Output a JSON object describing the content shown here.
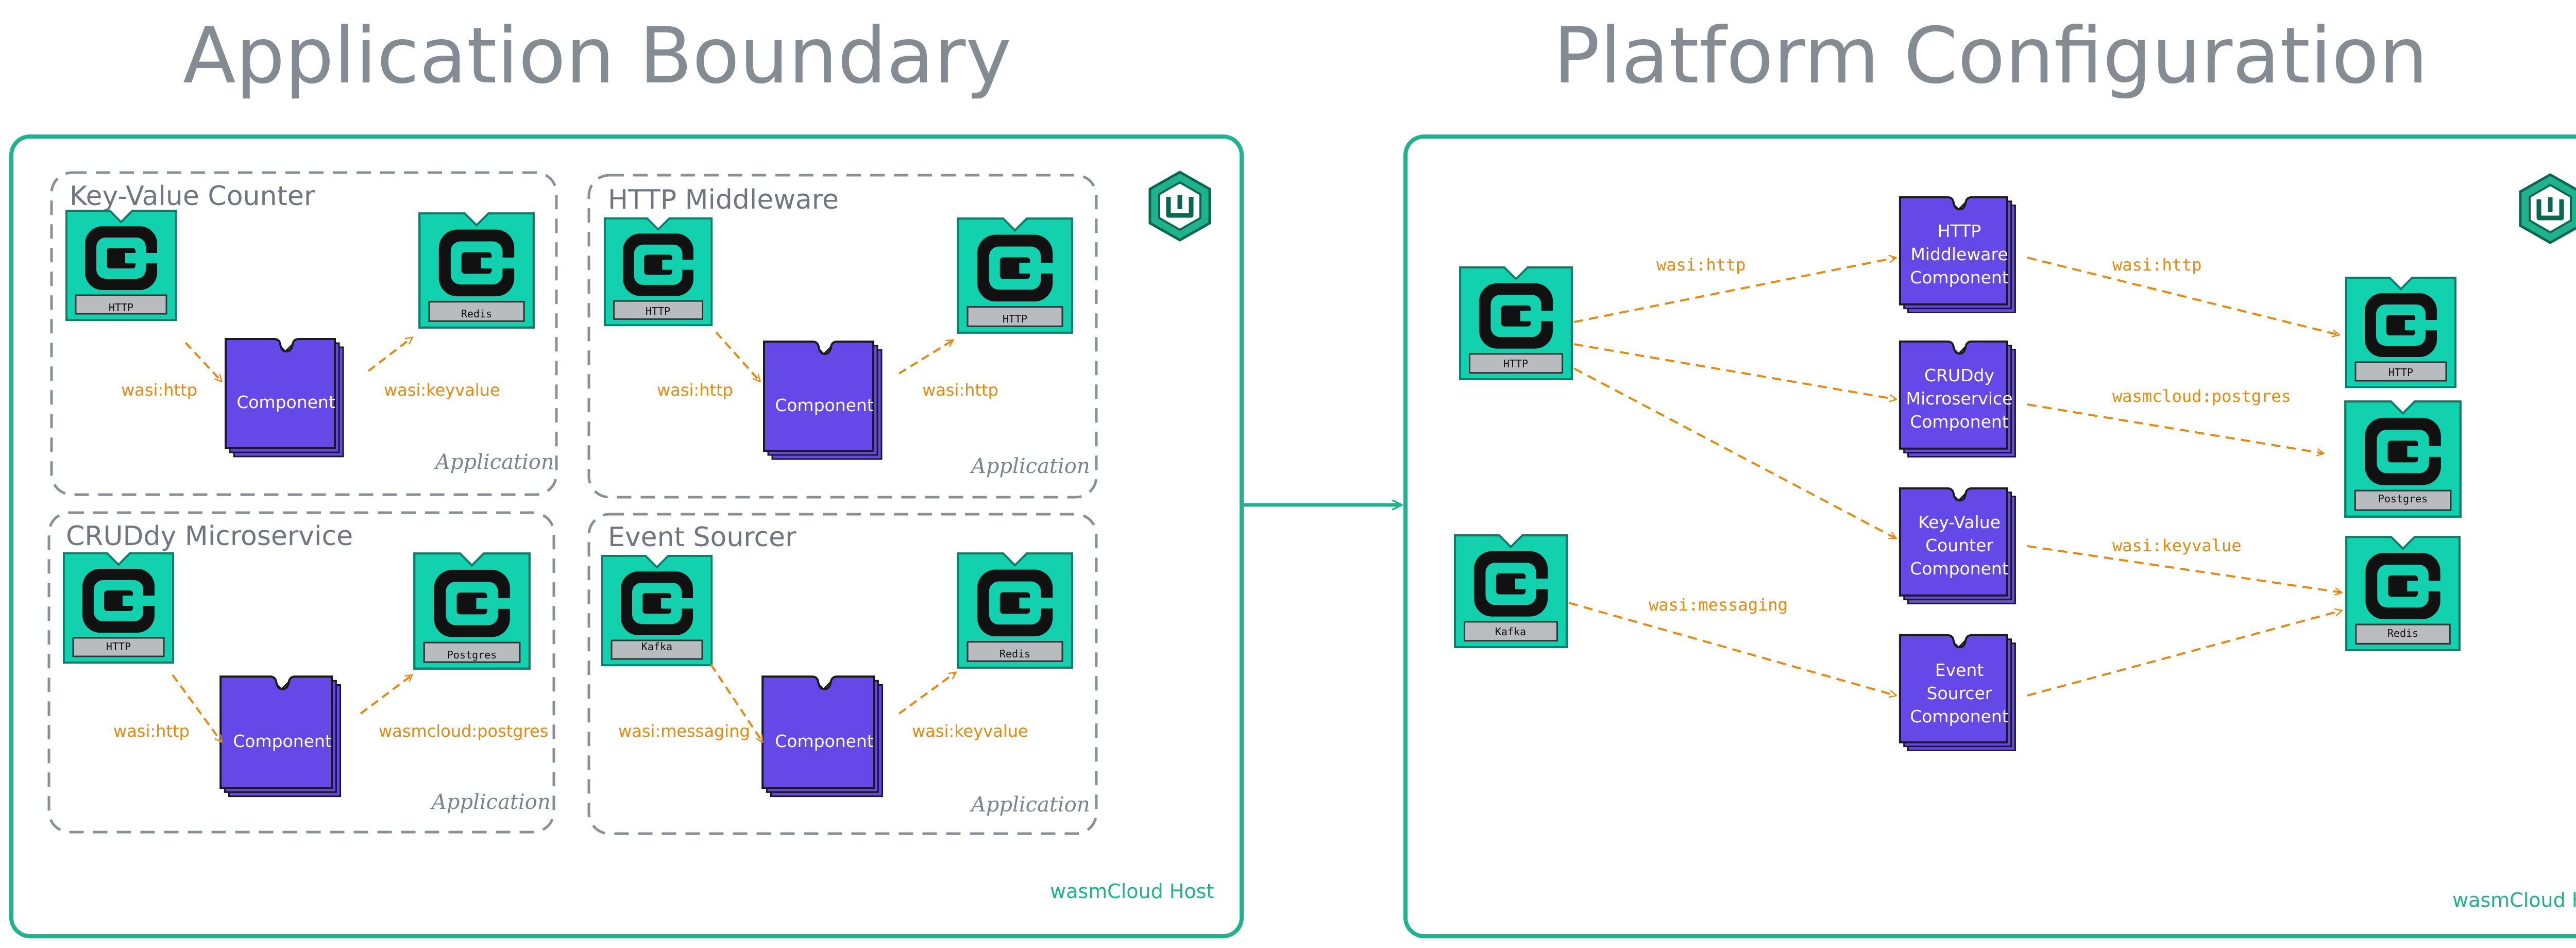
{
  "titles": {
    "left": "Application Boundary",
    "right": "Platform Configuration"
  },
  "colors": {
    "host_border": "#1eb38c",
    "provider_fill": "#12d1ae",
    "component_fill": "#6549e8",
    "edge": "#e58a0d",
    "app_border": "#8a8f96",
    "title": "#848b93"
  },
  "left_host": {
    "host_label": "wasmCloud Host",
    "icon": "wasmcloud-logo-icon",
    "applications": [
      {
        "title": "Key-Value Counter",
        "label": "Application",
        "source": "HTTP",
        "target": "Redis",
        "component": "Component",
        "in_link": "wasi:http",
        "out_link": "wasi:keyvalue"
      },
      {
        "title": "HTTP Middleware",
        "label": "Application",
        "source": "HTTP",
        "target": "HTTP",
        "component": "Component",
        "in_link": "wasi:http",
        "out_link": "wasi:http"
      },
      {
        "title": "CRUDdy Microservice",
        "label": "Application",
        "source": "HTTP",
        "target": "Postgres",
        "component": "Component",
        "in_link": "wasi:http",
        "out_link": "wasmcloud:postgres"
      },
      {
        "title": "Event Sourcer",
        "label": "Application",
        "source": "Kafka",
        "target": "Redis",
        "component": "Component",
        "in_link": "wasi:messaging",
        "out_link": "wasi:keyvalue"
      }
    ]
  },
  "right_host": {
    "host_label": "wasmCloud Host",
    "icon": "wasmcloud-logo-icon",
    "sources": [
      "HTTP",
      "Kafka"
    ],
    "components": [
      [
        "HTTP",
        "Middleware",
        "Component"
      ],
      [
        "CRUDdy",
        "Microservice",
        "Component"
      ],
      [
        "Key-Value",
        "Counter",
        "Component"
      ],
      [
        "Event",
        "Sourcer",
        "Component"
      ]
    ],
    "targets": [
      "HTTP",
      "Postgres",
      "Redis"
    ],
    "links": {
      "http_to_middleware": "wasi:http",
      "middleware_to_http": "wasi:http",
      "crud_to_postgres": "wasmcloud:postgres",
      "counter_to_redis": "wasi:keyvalue",
      "kafka_to_sourcer": "wasi:messaging"
    }
  }
}
